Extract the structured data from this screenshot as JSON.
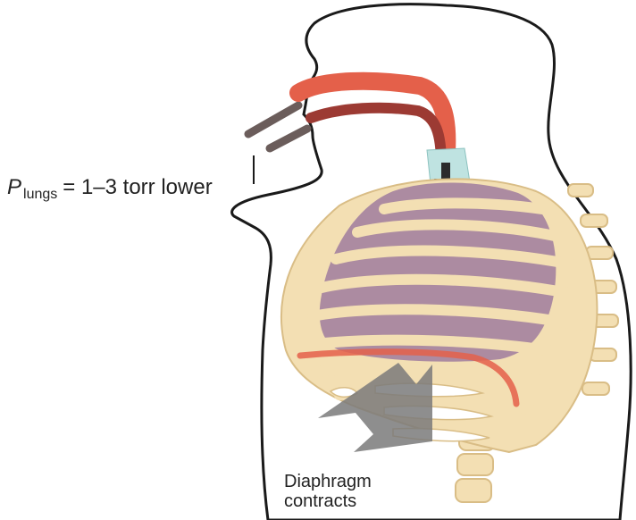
{
  "labels": {
    "pressure_symbol": "P",
    "pressure_subscript": "lungs",
    "pressure_value": "= 1–3 torr lower",
    "diaphragm_line1": "Diaphragm",
    "diaphragm_line2": "contracts"
  },
  "colors": {
    "airway": "#e4604a",
    "airway_dark": "#9c3a33",
    "ribs": "#f3dfb3",
    "rib_outline": "#d9bd86",
    "lung": "#a4829f",
    "trachea": "#bfe3e1",
    "outline": "#1a1a1a",
    "arrow": "#7a7a7a"
  }
}
